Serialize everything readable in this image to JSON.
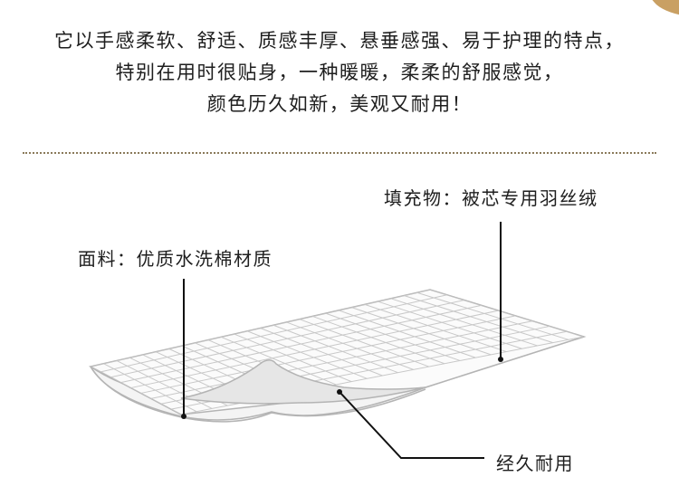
{
  "intro": {
    "lines": [
      "它以手感柔软、舒适、质感丰厚、悬垂感强、易于护理的特点，",
      "特别在用时很贴身，一种暖暖，柔柔的舒服感觉，",
      "颜色历久如新，美观又耐用！"
    ]
  },
  "callouts": {
    "filling": "填充物：被芯专用羽丝绒",
    "fabric": "面料：优质水洗棉材质",
    "durable": "经久耐用"
  },
  "colors": {
    "text": "#1e1e1e",
    "separator": "#8a7a5a",
    "grid": "#c8c8c8",
    "quilt_outline": "#b4b4b4",
    "filling_layer": "#e6e6e6",
    "leader_line": "#111111",
    "corner_wood": "#c9a063"
  }
}
